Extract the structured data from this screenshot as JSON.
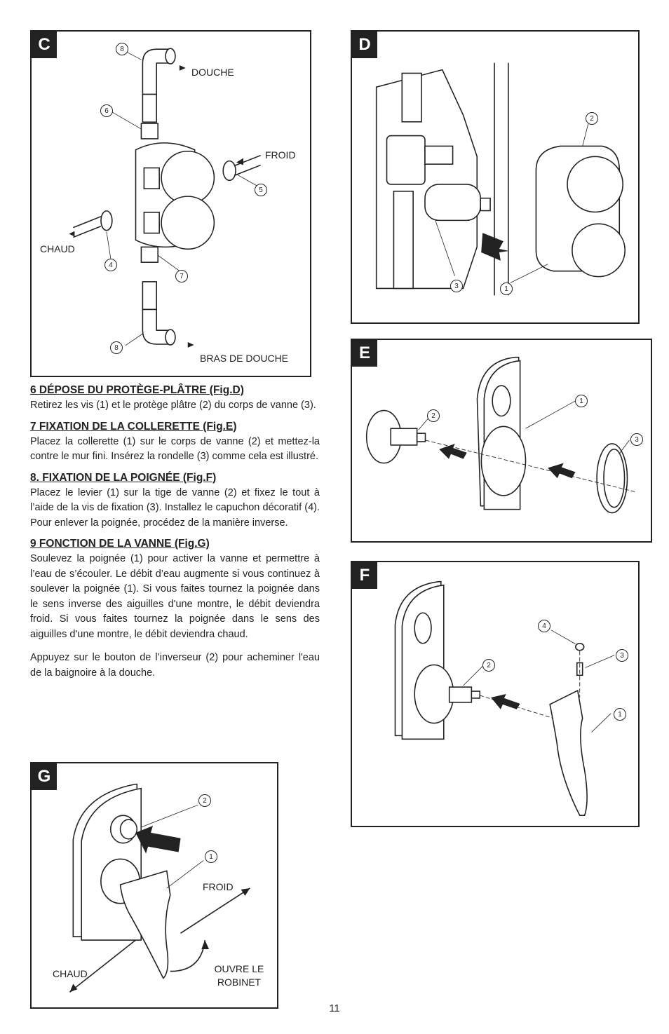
{
  "figures": {
    "c": {
      "letter": "C",
      "labels": {
        "douche": "DOUCHE",
        "froid": "FROID",
        "chaud": "CHAUD",
        "bras": "BRAS DE DOUCHE"
      },
      "numbers": [
        "8",
        "6",
        "5",
        "4",
        "7",
        "8"
      ]
    },
    "d": {
      "letter": "D",
      "numbers": [
        "2",
        "3",
        "1"
      ]
    },
    "e": {
      "letter": "E",
      "numbers": [
        "1",
        "2",
        "3"
      ]
    },
    "f": {
      "letter": "F",
      "numbers": [
        "4",
        "3",
        "2",
        "1"
      ]
    },
    "g": {
      "letter": "G",
      "labels": {
        "froid": "FROID",
        "chaud": "CHAUD",
        "ouvre": "OUVRE LE ROBINET"
      },
      "numbers": [
        "2",
        "1"
      ]
    }
  },
  "sections": [
    {
      "title": "6 DÉPOSE DU PROTÈGE-PLÂTRE (Fig.D)",
      "body": "Retirez les vis (1) et le protège plâtre (2) du corps de vanne (3)."
    },
    {
      "title": "7 FIXATION DE LA COLLERETTE (Fig.E)",
      "body": "Placez la collerette (1) sur le corps de vanne (2) et mettez-la contre le mur fini. Insérez la rondelle (3) comme cela est illustré."
    },
    {
      "title": "8. FIXATION DE LA POIGNÉE (Fig.F)",
      "body": "Placez le levier (1) sur la tige de vanne (2) et fixez le tout à l’aide de la vis de fixation (3). Installez le capuchon décoratif (4). Pour enlever la poignée, procédez de la manière inverse."
    },
    {
      "title": "9  FONCTION DE LA VANNE (Fig.G)",
      "body": "Soulevez la poignée (1) pour activer la vanne et permettre à l’eau de s’écouler. Le débit d’eau augmente si vous continuez à soulever la poignée (1). Si vous faites tournez la poignée dans le sens inverse des aiguilles d'une montre, le débit deviendra froid. Si vous faites tournez la poignée dans le sens des aiguilles d'une montre, le débit deviendra chaud.",
      "extra": "Appuyez sur le bouton de l’inverseur (2) pour acheminer l'eau de la baignoire à la douche."
    }
  ],
  "page_number": "11"
}
